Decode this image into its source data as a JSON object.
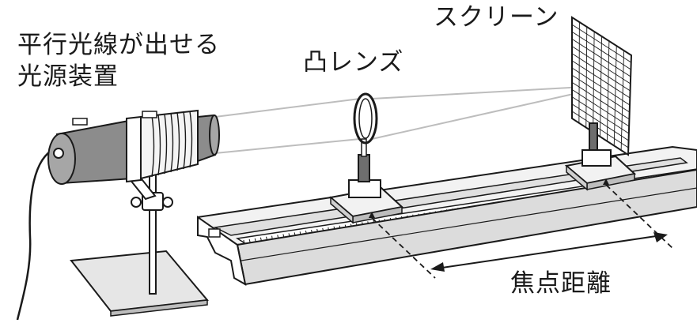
{
  "labels": {
    "light_source_line1": "平行光線が出せる",
    "light_source_line2": "光源装置",
    "lens": "凸レンズ",
    "screen": "スクリーン",
    "focal_length": "焦点距離"
  },
  "colors": {
    "line": "#1a1a1a",
    "rail_fill": "#f2f2f2",
    "rail_side": "#dcdcdc",
    "light_body": "#8c8c8c",
    "beam": "#bdbdbd"
  }
}
